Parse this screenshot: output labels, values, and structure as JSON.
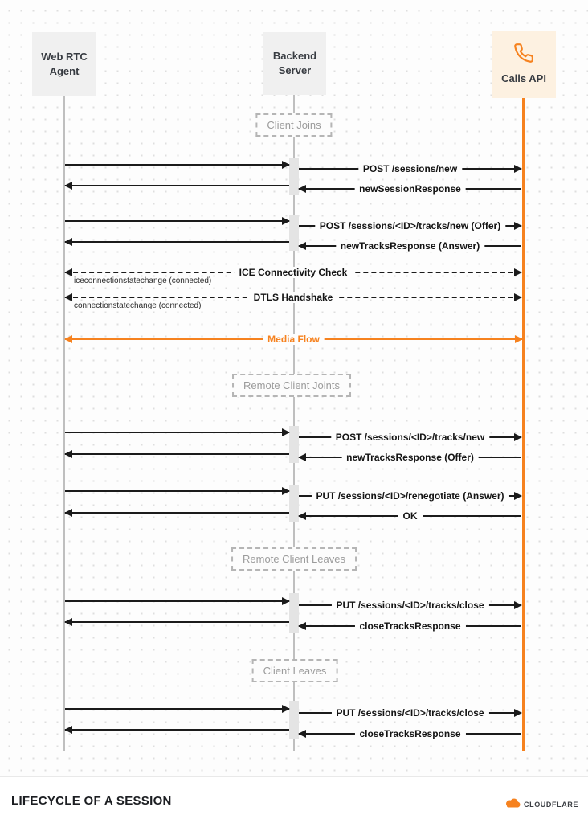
{
  "diagram": {
    "accent_color": "#f6821f",
    "actors": [
      {
        "label": "Web RTC Agent"
      },
      {
        "label": "Backend Server"
      },
      {
        "label": "Calls API",
        "icon": "phone-icon"
      }
    ],
    "phases": [
      {
        "label": "Client Joins"
      },
      {
        "label": "Remote Client Joints"
      },
      {
        "label": "Remote Client Leaves"
      },
      {
        "label": "Client Leaves"
      }
    ],
    "messages": [
      {
        "label": "POST /sessions/new",
        "from": "Backend Server",
        "to": "Calls API",
        "style": "solid"
      },
      {
        "label": "newSessionResponse",
        "from": "Calls API",
        "to": "Backend Server",
        "style": "solid"
      },
      {
        "label": "POST /sessions/<ID>/tracks/new (Offer)",
        "from": "Backend Server",
        "to": "Calls API",
        "style": "solid"
      },
      {
        "label": "newTracksResponse (Answer)",
        "from": "Calls API",
        "to": "Backend Server",
        "style": "solid"
      },
      {
        "label": "ICE Connectivity Check",
        "from": "Web RTC Agent",
        "to": "Calls API",
        "style": "dashed-bidirectional",
        "annotation": "iceconnectionstatechange (connected)"
      },
      {
        "label": "DTLS Handshake",
        "from": "Web RTC Agent",
        "to": "Calls API",
        "style": "dashed-bidirectional",
        "annotation": "connectionstatechange (connected)"
      },
      {
        "label": "Media Flow",
        "from": "Web RTC Agent",
        "to": "Calls API",
        "style": "orange-bidirectional"
      },
      {
        "label": "POST /sessions/<ID>/tracks/new",
        "from": "Backend Server",
        "to": "Calls API",
        "style": "solid"
      },
      {
        "label": "newTracksResponse (Offer)",
        "from": "Calls API",
        "to": "Backend Server",
        "style": "solid"
      },
      {
        "label": "PUT /sessions/<ID>/renegotiate (Answer)",
        "from": "Backend Server",
        "to": "Calls API",
        "style": "solid"
      },
      {
        "label": "OK",
        "from": "Calls API",
        "to": "Backend Server",
        "style": "solid"
      },
      {
        "label": "PUT /sessions/<ID>/tracks/close",
        "from": "Backend Server",
        "to": "Calls API",
        "style": "solid"
      },
      {
        "label": "closeTracksResponse",
        "from": "Calls API",
        "to": "Backend Server",
        "style": "solid"
      },
      {
        "label": "PUT /sessions/<ID>/tracks/close",
        "from": "Backend Server",
        "to": "Calls API",
        "style": "solid"
      },
      {
        "label": "closeTracksResponse",
        "from": "Calls API",
        "to": "Backend Server",
        "style": "solid"
      }
    ],
    "footer": {
      "title": "LIFECYCLE OF A SESSION",
      "brand": "CLOUDFLARE"
    }
  }
}
